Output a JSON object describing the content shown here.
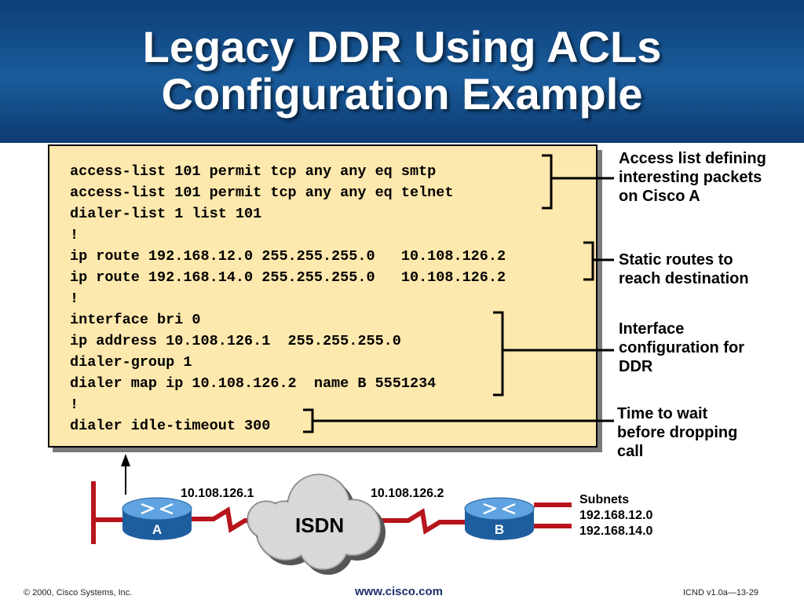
{
  "title": {
    "line1": "Legacy DDR Using ACLs",
    "line2": "Configuration Example"
  },
  "config": {
    "lines": [
      "access-list 101 permit tcp any any eq smtp",
      "access-list 101 permit tcp any any eq telnet",
      "dialer-list 1 list 101",
      "!",
      "ip route 192.168.12.0 255.255.255.0   10.108.126.2",
      "ip route 192.168.14.0 255.255.255.0   10.108.126.2",
      "!",
      "interface bri 0",
      "ip address 10.108.126.1  255.255.255.0",
      "dialer-group 1",
      "dialer map ip 10.108.126.2  name B 5551234",
      "!",
      "dialer idle-timeout 300"
    ]
  },
  "annotations": {
    "access_list": [
      "Access list defining",
      "interesting packets",
      "on Cisco A"
    ],
    "static_routes": [
      "Static routes to",
      "reach destination"
    ],
    "interface_cfg": [
      "Interface",
      "configuration for",
      "DDR"
    ],
    "idle_timeout": [
      "Time to wait",
      "before dropping",
      "call"
    ]
  },
  "network": {
    "router_a_label": "A",
    "router_b_label": "B",
    "ip_a": "10.108.126.1",
    "ip_b": "10.108.126.2",
    "cloud_label": "ISDN",
    "subnets_title": "Subnets",
    "subnet_1": "192.168.12.0",
    "subnet_2": "192.168.14.0"
  },
  "footer": {
    "copyright": "© 2000, Cisco Systems, Inc.",
    "url": "www.cisco.com",
    "course": "ICND v1.0a—13-29"
  },
  "colors": {
    "header_blue": "#1a5c9c",
    "config_bg": "#fde8ad",
    "router_blue": "#3d8ad0",
    "link_red": "#b8141c",
    "cloud_gray": "#c8c8c8"
  }
}
